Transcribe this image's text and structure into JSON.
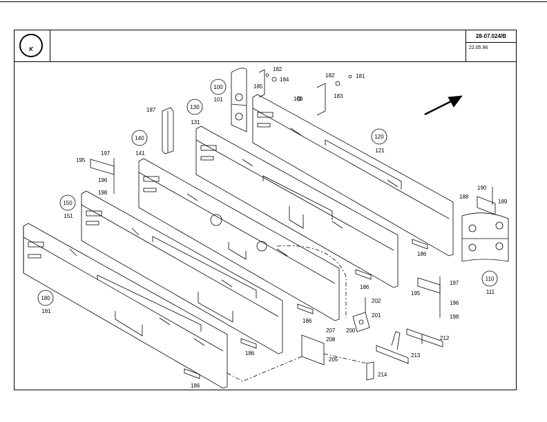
{
  "header": {
    "logo": "K",
    "doc_number": "28-07.024/B",
    "date": "22.05.96"
  },
  "callouts": {
    "c100": "100",
    "c101": "101",
    "c130": "130",
    "c131": "131",
    "c140": "140",
    "c141": "141",
    "c150": "150",
    "c151": "151",
    "c180": "180",
    "c181": "181",
    "c120": "120",
    "c121": "121",
    "c110": "110",
    "c111": "111"
  },
  "labels": {
    "l182a": "182",
    "l184": "184",
    "l185a": "185",
    "l182b": "182",
    "l181": "181",
    "l183": "183",
    "l180": "180",
    "l187": "187",
    "l197a": "197",
    "l195a": "195",
    "l196a": "196",
    "l198a": "198",
    "l190": "190",
    "l188": "188",
    "l189": "189",
    "l186a": "186",
    "l186b": "186",
    "l186c": "186",
    "l186d": "186",
    "l186e": "186",
    "l197b": "197",
    "l195b": "195",
    "l196b": "196",
    "l198b": "198",
    "l202": "202",
    "l201": "201",
    "l200": "200",
    "l207": "207",
    "l208": "208",
    "l205": "205",
    "l212": "212",
    "l213": "213",
    "l214": "214"
  }
}
